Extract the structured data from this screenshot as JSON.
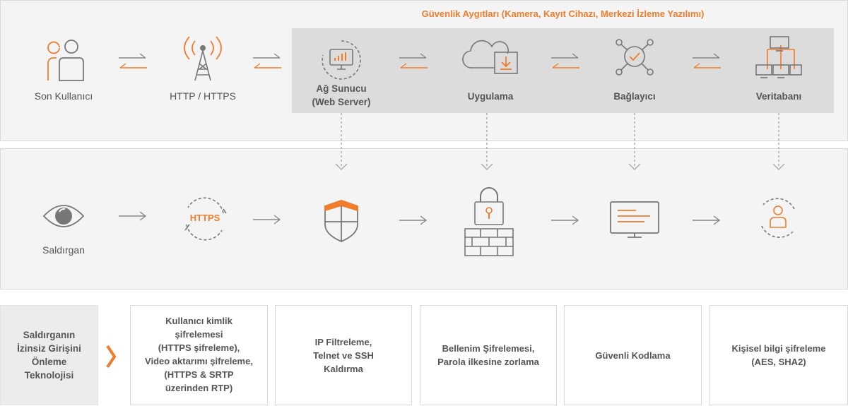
{
  "section_title": "Güvenlik Aygıtları (Kamera, Kayıt Cihazı, Merkezi İzleme Yazılımı)",
  "top_row": {
    "end_user": "Son Kullanıcı",
    "http": "HTTP / HTTPS",
    "web_server": "Ağ Sunucu\n(Web Server)",
    "application": "Uygulama",
    "connector": "Bağlayıcı",
    "database": "Veritabanı"
  },
  "mid_row": {
    "attacker": "Saldırgan",
    "https_badge": "HTTPS"
  },
  "bottom_row": {
    "heading": "Saldırganın\nİzinsiz Girişini\nÖnleme\nTeknolojisi",
    "boxes": [
      "Kullanıcı kimlik\nşifrelemesi\n(HTTPS şifreleme),\nVideo aktarımı  şifreleme,\n(HTTPS & SRTP\nüzerinden RTP)",
      "IP Filtreleme,\nTelnet ve SSH\nKaldırma",
      "Bellenim Şifrelemesi,\nParola ilkesine zorlama",
      "Güvenli Kodlama",
      "Kişisel bilgi şifreleme\n(AES, SHA2)"
    ]
  },
  "colors": {
    "accent": "#f07c2c",
    "icon_grey": "#777777",
    "panel": "#f4f4f4",
    "highlight": "#dcdcdc"
  },
  "icons": [
    "user-icon",
    "antenna-icon",
    "web-server-icon",
    "cloud-download-icon",
    "connector-icon",
    "database-network-icon",
    "eye-icon",
    "https-icon",
    "shield-icon",
    "firewall-lock-icon",
    "monitor-code-icon",
    "user-protect-icon"
  ]
}
